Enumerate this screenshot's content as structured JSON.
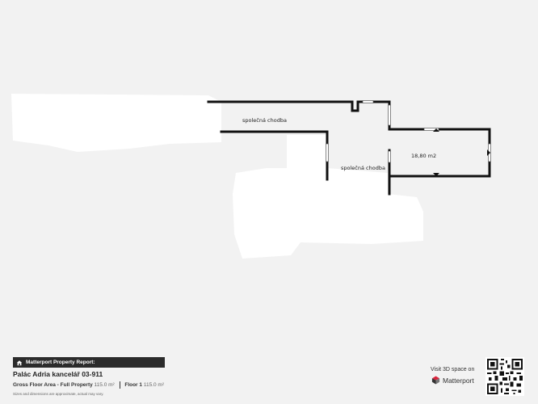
{
  "plan": {
    "rooms": [
      {
        "label": "společná chodba"
      },
      {
        "label": "společná chodba"
      },
      {
        "label": "18,80 m2"
      }
    ]
  },
  "report": {
    "header": "Matterport Property Report:",
    "property_name": "Palác Adria kancelář 03-911",
    "gross_label": "Gross Floor Area - Full Property",
    "gross_value": "115.0 m²",
    "floor_label": "Floor 1",
    "floor_value": "115.0 m²",
    "disclaimer": "Sizes and dimensions are approximate, actual may vary."
  },
  "branding": {
    "visit_text": "Visit 3D space on",
    "brand_name": "Matterport",
    "brand_colors": [
      "#d9233c",
      "#333333"
    ]
  },
  "icons": {
    "report": "home-icon",
    "brand": "matterport-logo-icon",
    "qr": "qr-code-icon"
  }
}
